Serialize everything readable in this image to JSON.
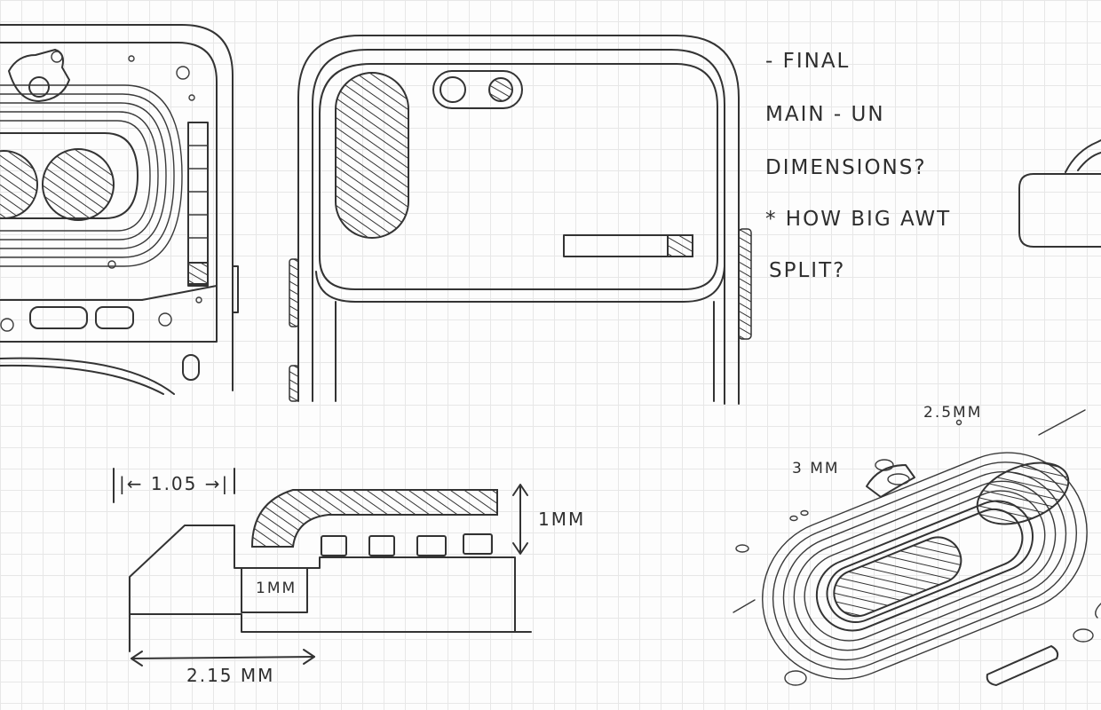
{
  "notes": {
    "line1": "- FINAL",
    "line2": "MAIN - UN",
    "line3": "DIMENSIONS?",
    "line4": "* HOW BIG AWT",
    "line5": "SPLIT?"
  },
  "cross_section": {
    "top_width": "|← 1.05 →|",
    "height_right": "1MM",
    "inner_label": "1MM",
    "bottom_width": "2.15 MM"
  },
  "iso_view": {
    "dim_top": "2.5MM",
    "dim_left": "3 MM"
  },
  "colors": {
    "ink": "#333333",
    "grid": "#e7e7e7",
    "paper": "#fdfdfd"
  }
}
